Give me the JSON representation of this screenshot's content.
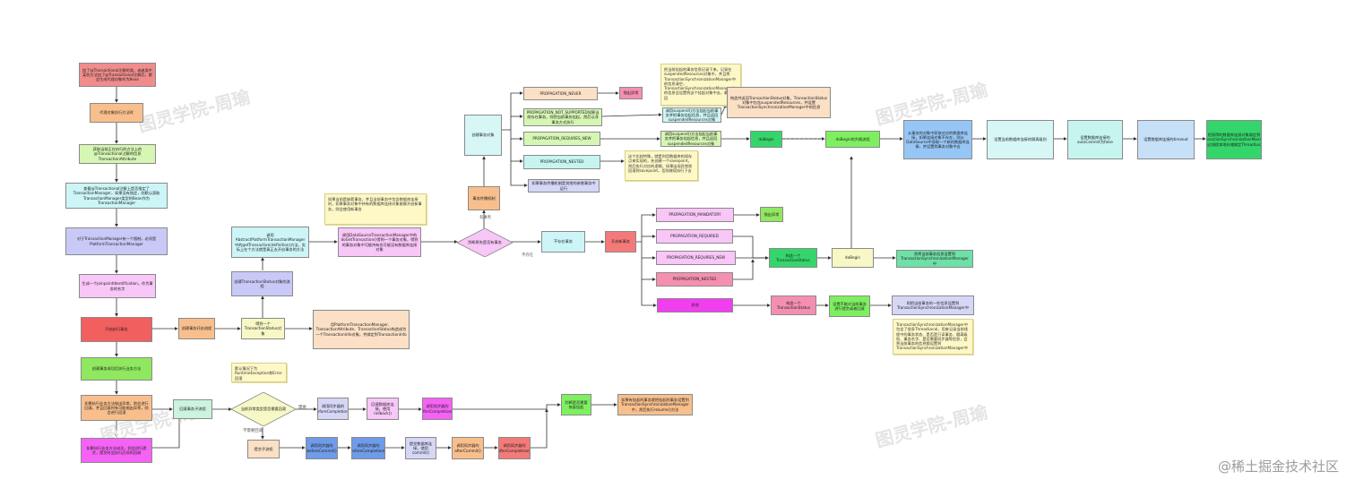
{
  "watermarks": [
    "图灵学院-周瑜",
    "图灵学院-周瑜",
    "图灵学院-周瑜",
    "图灵学院-周瑜"
  ],
  "brand": "@稀土掘金技术社区",
  "nodes": {
    "n1": "加了@Transactional注解的类，或者类中某些方法加了@Transactional注解后，都会生成代理对象作为Bean",
    "n2": "代理对象执行方法时",
    "n3": "获取当前正在执行的方法上的@Transactional注解的信息TransactionAttribute",
    "n4": "查看@Transactional注解上是否指定了TransactionManager，如果没有指定，则默认获取TransactionManager类型的Bean作为TransactionManager",
    "n5": "对于TransactionManager有一个限制，必须是PlatformTransactionManager",
    "n6": "生成一个joinpointIdentification，作为事务的名字",
    "n7": "开始执行事务",
    "n8": "创建事务开启流程",
    "n9": "得到一个TransactionStatus对象",
    "n10": "用PlatformTransactionManager、TransactionAttribute、TransactionStatus构造成为一个TransactionInfo对象，并绑定到TransactionInfo",
    "n11": "创建TransactionStatus对象的流程",
    "n12": "调用AbstractPlatformTransactionManager中的getTransaction(definition)方法，实际上在个方法就是真正去开启事务的方法",
    "n13": "调用DataSourceTransactionManager中的doGetTransaction()得到一个事务对象，得到的事务对象中可能持有也可能没有数据库连接对象",
    "n14": "创建事务对象",
    "n15": "判断原先是否有事务",
    "n16": "开启新事务",
    "n17": "PROPAGATION_NEVER",
    "n18": "抛出异常",
    "n19": "PROPAGATION_NOT_SUPPORTED如果当前存在事务，则把当前事务挂起，然后以非事务方式执行",
    "n20": "PROPAGATION_REQUIRES_NEW",
    "n21": "PROPAGATION_NESTED",
    "n22": "如果事务传播机制是其他的参数事务中运行",
    "n23": "调用suspend()方法挂起当前事务并把事务挂起信息，并且返回suspendedResources对象",
    "n24": "调用suspend()方法挂起当前事务并把事务挂起信息，并且返回suspendedResources对象",
    "n25": "构造并返回TransactionStatus对象，TransactionStatus对象中包含suspendedResources，并设置TransactionSynchronizationManager中的信息",
    "n26": "doBegin",
    "n27": "doBegin的大概流程",
    "n28": "从事务的对象中获取对应的数据库连接，如果连接对象不存在，则从DataSource中获取一个新的数据库连接，并设置到事务对象中去",
    "n29": "设置当前数据库连接的隔离级别",
    "n30": "设置数据库连接的autoCommit为false",
    "n31": "设置数据库连接的timeout",
    "n32": "把获得的数据库连接对象绑定到TransactionSynchronizationManager中通过线程本地存储绑定ThreadLocal中",
    "n33": "PROPAGATION_MANDATORY",
    "n34": "抛出异常",
    "n35": "PROPAGATION_REQUIRED",
    "n36": "PROPAGATION_REQUIRES_NEW",
    "n37": "PROPAGATION_NESTED",
    "n38": "构造一个TransactionStatus",
    "n39": "doBegin",
    "n40": "则将当前事务信息设置到TransactionSynchronizationManager中",
    "n41": "其他",
    "n42": "构造一个TransactionStatus",
    "n43": "设置不能对当前事务进行提交或者回滚",
    "n44": "则把当前事务的一些信息设置到TransactionSynchronizationManager中",
    "n45": "不存在事务",
    "n46": "事务传播机制",
    "n47": "创建事务成功后执行业务方法",
    "n48": "如果执行业务方法抛出异常，则会进行回滚，并且回滚时有可能抛出异常，则会进行回滚",
    "n49": "如果执行业务方法成功，则会进行提交，提交时会执行后续的回调",
    "n50": "回滚事务子流程",
    "n51": "调用同步器的beforeCompletion()",
    "n52": "回滚数据库连接，使用rollback()",
    "n53": "调用同步器的afterCompletion()",
    "n54": "判断是否需要恢复挂起",
    "n55": "如果有挂起的事务就把挂起的事务设置到TransactionSynchronizationManager中，然后执行resume()方法",
    "n56": "提交子流程",
    "n57": "调用同步器的beforeCommit()",
    "n58": "调用同步器的beforeCompletion()",
    "n59": "提交数据库连接，使用commit()",
    "n60": "调用同步器的afterCommit()",
    "n61": "调用同步器的afterCompletion()",
    "n62": "当前异常类型是否需要回滚"
  },
  "notes": {
    "t1": "把当前挂起的事务信息记录下来，记录在suspendedResources对象中，并且将TransactionSynchronizationManager中的信息清空，TransactionSynchronizationManager中的信息会设置到这个挂起对象中去，最后返回",
    "t2": "如果事务对象存在数据库连接对象，则认为有事务，如果没有数据库连接对象则认为没有事务",
    "t3": "如果当前是嵌套事务，并且当前事务中包含数据库连接时，如果事务对象中持有的数据库连接对象能够开启新事务，则会使用新事务",
    "t4": "这个比较特殊，就是利用数据库的保存点来实现的，先创建一个savepoint，然后执行对应的逻辑，如果出现异常则回滚到savepoint，否则继续执行下去",
    "t5": "默认情况下为RuntimeException和Error回滚",
    "t6": "TransactionSynchronizationManager中包含了很多ThreadLocal，用来记录当前线程中的事务状态、是否是只读事务、隔离级别、事务名字、是否需要同步器等信息，会将当前事务的信息都设置到TransactionSynchronizationManager中"
  },
  "edge_labels": {
    "e1": "有事务",
    "e2": "不存在",
    "e3": "不需要回滚",
    "e4": "需要"
  }
}
